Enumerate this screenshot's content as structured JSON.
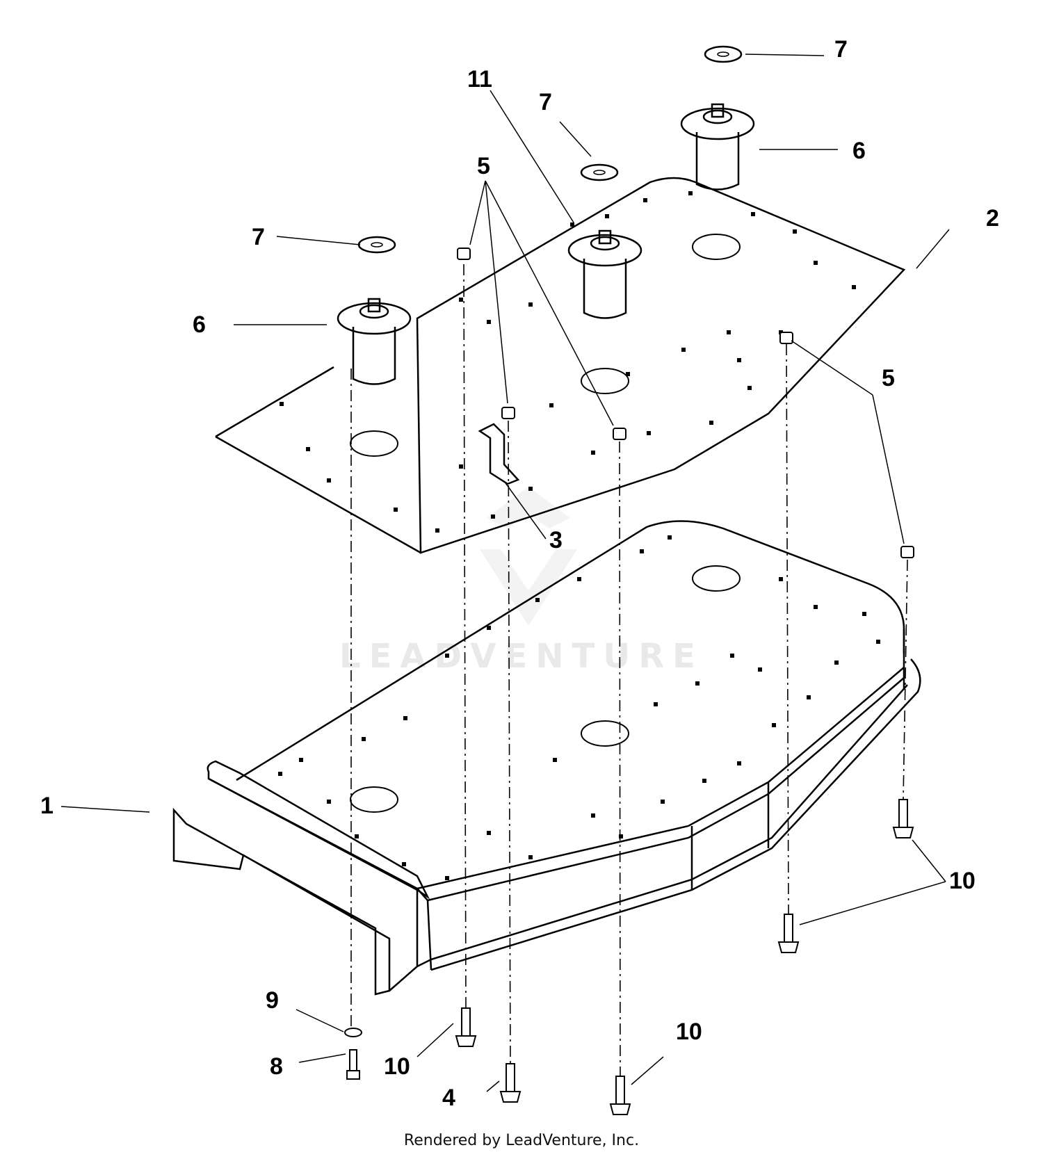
{
  "watermark": "LEADVENTURE",
  "caption": "Rendered by LeadVenture, Inc.",
  "callouts": [
    {
      "id": "c1",
      "label": "1"
    },
    {
      "id": "c2",
      "label": "2"
    },
    {
      "id": "c3",
      "label": "3"
    },
    {
      "id": "c4",
      "label": "4"
    },
    {
      "id": "c5a",
      "label": "5"
    },
    {
      "id": "c5b",
      "label": "5"
    },
    {
      "id": "c6a",
      "label": "6"
    },
    {
      "id": "c6b",
      "label": "6"
    },
    {
      "id": "c7a",
      "label": "7"
    },
    {
      "id": "c7b",
      "label": "7"
    },
    {
      "id": "c7c",
      "label": "7"
    },
    {
      "id": "c8",
      "label": "8"
    },
    {
      "id": "c9",
      "label": "9"
    },
    {
      "id": "c10a",
      "label": "10"
    },
    {
      "id": "c10b",
      "label": "10"
    },
    {
      "id": "c10c",
      "label": "10"
    },
    {
      "id": "c11",
      "label": "11"
    }
  ]
}
